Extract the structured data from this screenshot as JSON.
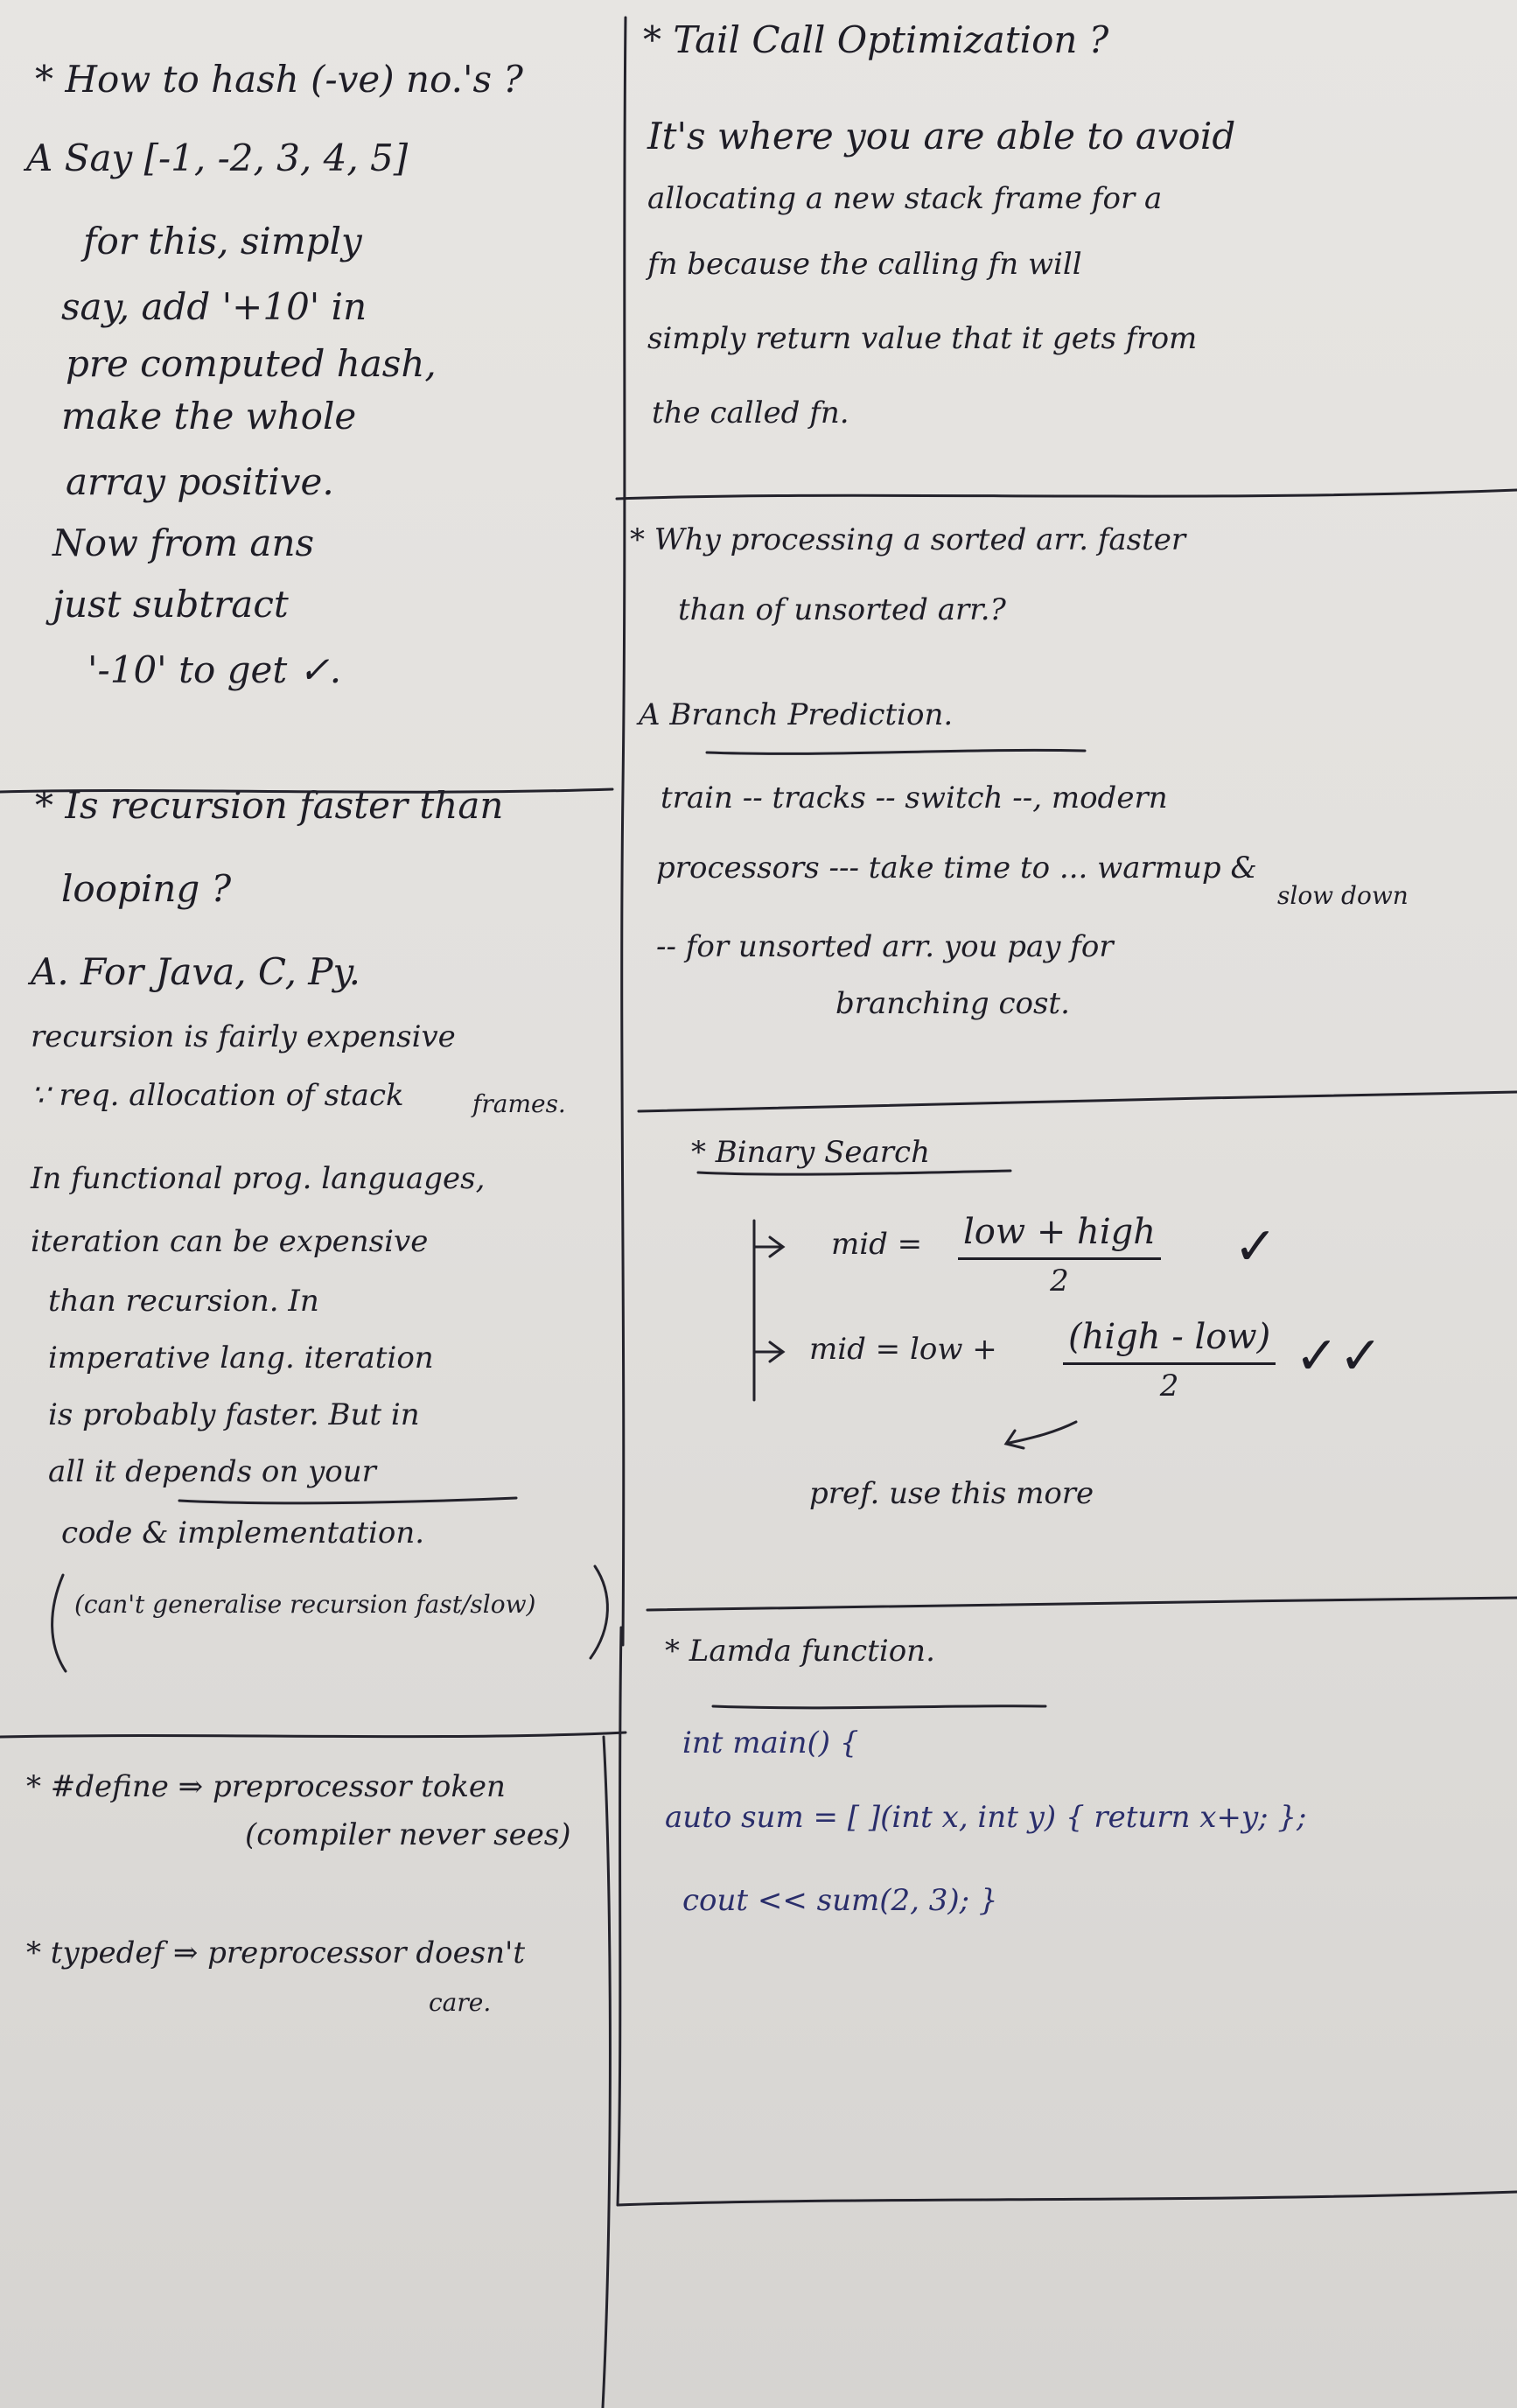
{
  "left": {
    "hash": {
      "question": "* How to hash (-ve) no.'s ?",
      "lines": [
        "A  Say [-1, -2, 3, 4, 5]",
        "for this, simply",
        "say, add '+10' in",
        "pre computed hash,",
        "make the whole",
        "array positive.",
        "Now from ans",
        "just subtract",
        "'-10'  to get ✓."
      ]
    },
    "recursion": {
      "question": "* Is recursion faster than",
      "question2": "looping ?",
      "lines": [
        "A. For Java, C, Py.",
        "recursion is fairly expensive",
        "∵ req. allocation of stack",
        "In functional prog. languages,",
        "iteration can be expensive",
        "than recursion. In",
        "imperative lang. iteration",
        "is probably faster. But in",
        "all it depends on your",
        "code & implementation."
      ],
      "frames_word": "frames.",
      "note": "(can't generalise recursion fast/slow)"
    },
    "define": {
      "line1": "* #define ⇒  preprocessor token",
      "line2": "(compiler never sees)",
      "typedef1": "* typedef ⇒  preprocessor doesn't",
      "typedef2": "care."
    }
  },
  "right": {
    "tco": {
      "title": "* Tail Call Optimization ?",
      "lines": [
        "It's where you are able to avoid",
        "allocating a new stack frame for a",
        "fn because the calling fn will",
        "simply return value that it gets from",
        "the called fn."
      ]
    },
    "sorted": {
      "question1": "* Why processing a sorted arr. faster",
      "question2": "than of unsorted arr.?",
      "answer": "A  Branch Prediction.",
      "lines": [
        "train -- tracks -- switch --,  modern",
        "processors --- take time to ... warmup &",
        "slow down",
        "-- for unsorted arr. you pay for",
        "branching cost."
      ]
    },
    "binary": {
      "title": "* Binary Search",
      "mid1_label": "mid =",
      "mid1_num": "low + high",
      "mid1_den": "2",
      "mid2_label": "mid = low +",
      "mid2_num": "(high - low)",
      "mid2_den": "2",
      "pref": "pref. use this more"
    },
    "lambda": {
      "title": "* Lamda function.",
      "code": [
        "int main() {",
        "auto sum = [ ](int x, int y) { return x+y; };",
        "cout << sum(2, 3);  }"
      ]
    }
  }
}
